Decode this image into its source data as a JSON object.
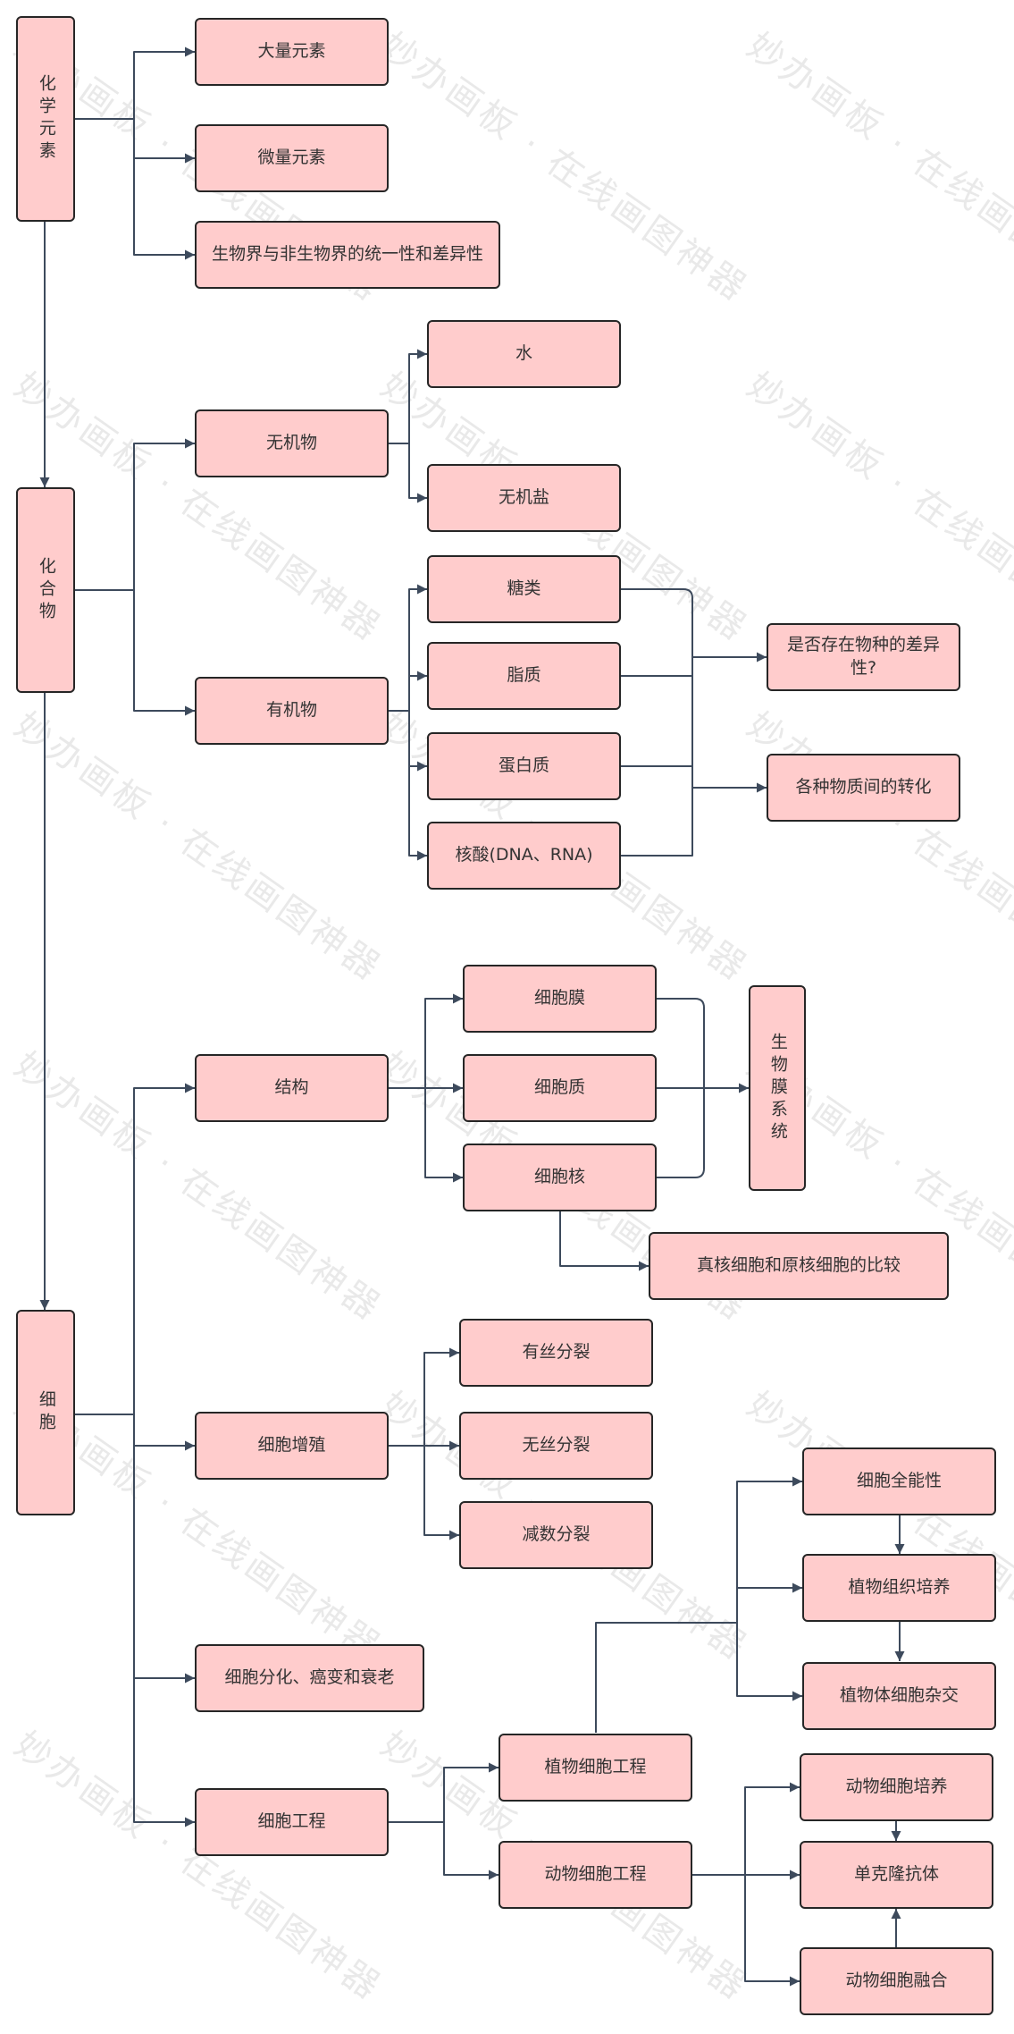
{
  "watermark_text": "妙办画板 · 在线画图神器",
  "colors": {
    "node_fill": "#ffcccc",
    "node_border": "#262626",
    "line": "#3d4a5c",
    "text": "#333333"
  },
  "nodes": {
    "chem": "化学元素",
    "macro": "大量元素",
    "micro": "微量元素",
    "unity": "生物界与非生物界的统一性和差异性",
    "compound": "化合物",
    "inorganic": "无机物",
    "water": "水",
    "salt": "无机盐",
    "organic": "有机物",
    "sugar": "糖类",
    "lipid": "脂质",
    "protein": "蛋白质",
    "nucleic": "核酸(DNA、RNA)",
    "species": "是否存在物种的差异性?",
    "transform": "各种物质间的转化",
    "cell": "细胞",
    "structure": "结构",
    "membrane": "细胞膜",
    "cytoplasm": "细胞质",
    "nucleus": "细胞核",
    "biomembrane": "生物膜系统",
    "compare": "真核细胞和原核细胞的比较",
    "prolif": "细胞增殖",
    "mitosis": "有丝分裂",
    "amitosis": "无丝分裂",
    "meiosis": "减数分裂",
    "diff": "细胞分化、癌变和衰老",
    "eng": "细胞工程",
    "planteng": "植物细胞工程",
    "animaleng": "动物细胞工程",
    "totip": "细胞全能性",
    "tissue": "植物组织培养",
    "somatic": "植物体细胞杂交",
    "culture": "动物细胞培养",
    "mono": "单克隆抗体",
    "fusion": "动物细胞融合"
  }
}
